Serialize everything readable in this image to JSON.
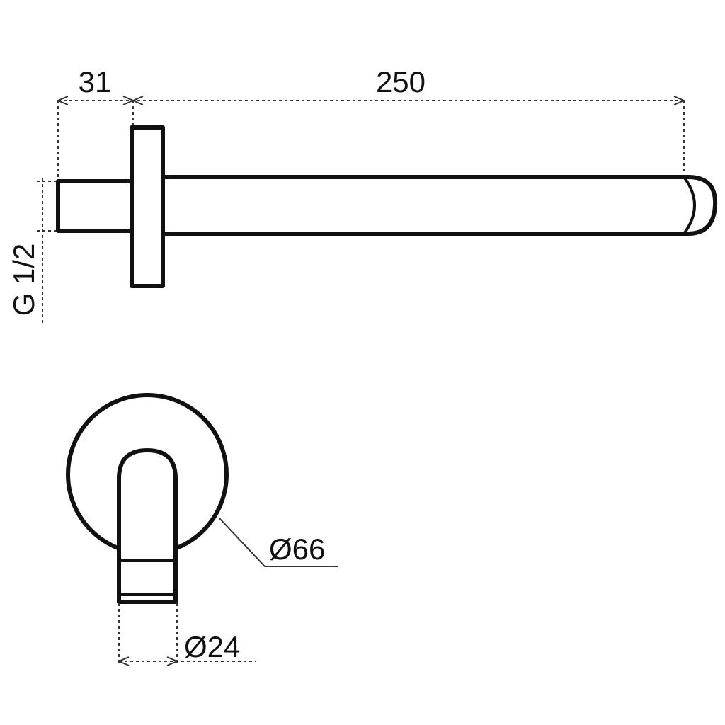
{
  "side_view": {
    "dimensions": {
      "depth_label": "31",
      "length_label": "250",
      "thread_label": "G 1/2"
    }
  },
  "front_view": {
    "dimensions": {
      "rosette_diameter_label": "Ø66",
      "spout_diameter_label": "Ø24"
    }
  },
  "colors": {
    "line": "#111111",
    "background": "#ffffff"
  }
}
